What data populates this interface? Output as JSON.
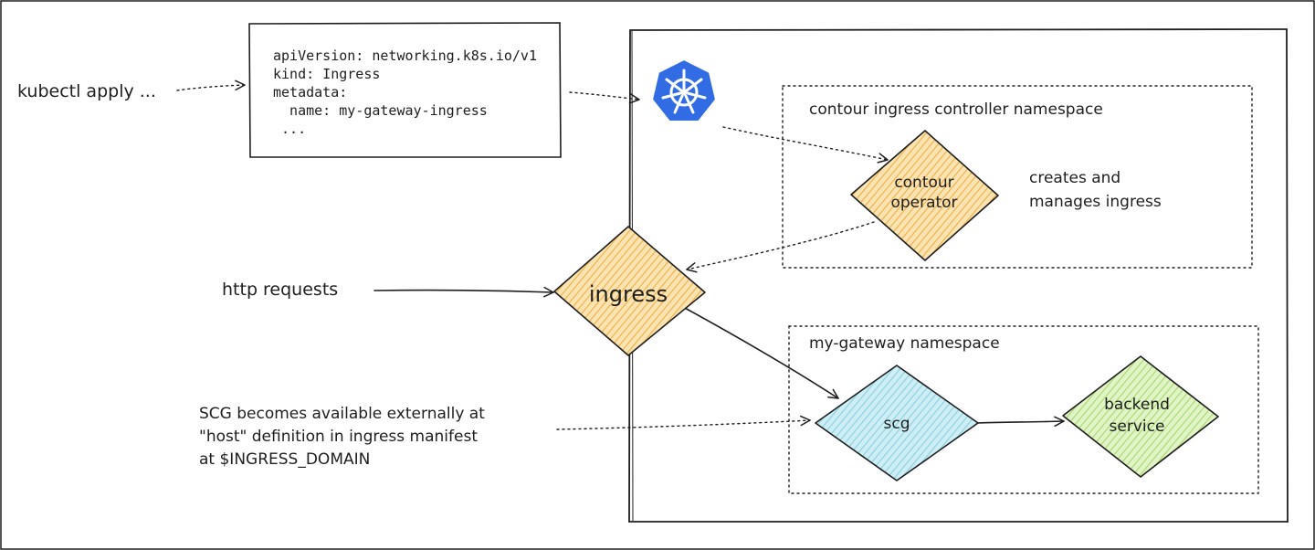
{
  "inputs": {
    "kubectl_label": "kubectl apply ...",
    "http_label": "http requests",
    "scg_note": {
      "line1": "SCG becomes available externally at",
      "line2": "\"host\" definition in ingress manifest",
      "line3": "at $INGRESS_DOMAIN"
    }
  },
  "manifest": {
    "line1": "apiVersion: networking.k8s.io/v1",
    "line2": "kind: Ingress",
    "line3": "metadata:",
    "line4": "  name: my-gateway-ingress",
    "line5": " ..."
  },
  "cluster": {
    "logo_icon": "kubernetes-helm-wheel-icon",
    "contour_namespace": {
      "label": "contour ingress controller namespace",
      "operator_line1": "contour",
      "operator_line2": "operator",
      "note_line1": "creates and",
      "note_line2": "manages ingress"
    },
    "ingress_label": "ingress",
    "gateway_namespace": {
      "label": "my-gateway namespace",
      "scg_label": "scg",
      "backend_line1": "backend",
      "backend_line2": "service"
    }
  },
  "colors": {
    "diamond_orange": "#f5c26b",
    "diamond_blue": "#a5d8e6",
    "diamond_green": "#b2e07a",
    "k8s_blue": "#326ce5",
    "ink": "#1e1e1e"
  }
}
